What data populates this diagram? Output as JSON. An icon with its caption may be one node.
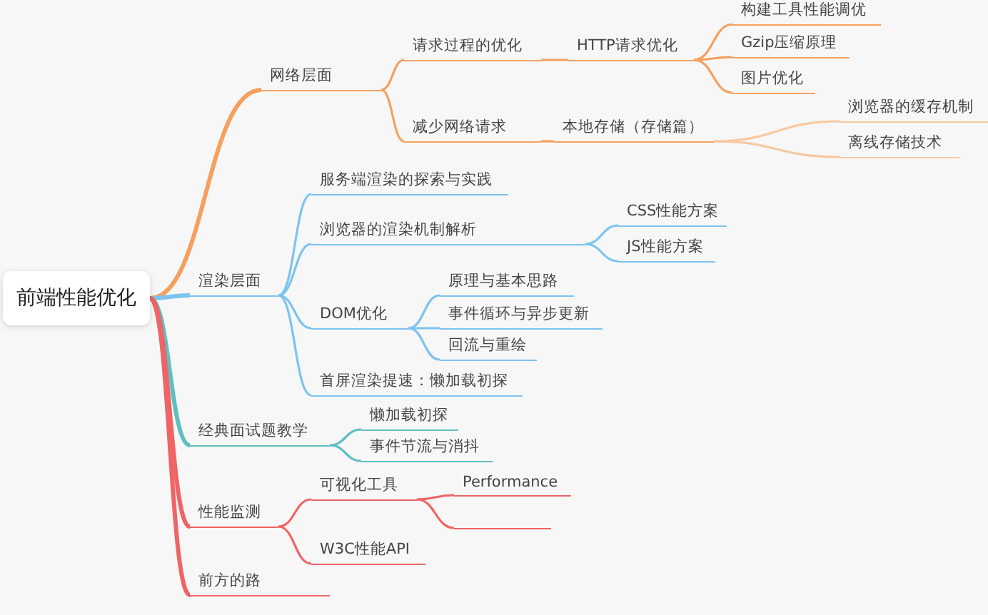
{
  "diagram": {
    "nodes": [
      {
        "text": [
          "前端性能优化"
        ]
      },
      {
        "text": [
          "网络层面"
        ]
      },
      {
        "text": [
          "请求过程的优化"
        ]
      },
      {
        "text": [
          "HTTP请求优化"
        ]
      },
      {
        "text": [
          "构建工具性能调优"
        ]
      },
      {
        "text": [
          "Gzip压缩原理"
        ]
      },
      {
        "text": [
          "图片优化"
        ]
      },
      {
        "text": [
          "减少网络请求"
        ]
      },
      {
        "text": [
          "本地存储（存储篇）"
        ]
      },
      {
        "text": [
          "浏览器的缓存机制"
        ]
      },
      {
        "text": [
          "离线存储技术"
        ]
      },
      {
        "text": [
          "渲染层面"
        ]
      },
      {
        "text": [
          "服务端渲染的探索与实践"
        ]
      },
      {
        "text": [
          "浏览器的渲染机制解析"
        ]
      },
      {
        "text": [
          "CSS性能方案"
        ]
      },
      {
        "text": [
          "JS性能方案"
        ]
      },
      {
        "text": [
          "DOM优化"
        ]
      },
      {
        "text": [
          "原理与基本思路"
        ]
      },
      {
        "text": [
          "事件循环与异步更新"
        ]
      },
      {
        "text": [
          "回流与重绘"
        ]
      },
      {
        "text": [
          "首屏渲染提速：懒加载初探"
        ]
      },
      {
        "text": [
          "经典面试题教学"
        ]
      },
      {
        "text": [
          "懒加载初探"
        ]
      },
      {
        "text": [
          "事件节流与消抖"
        ]
      },
      {
        "text": [
          "性能监测"
        ]
      },
      {
        "text": [
          "可视化工具"
        ]
      },
      {
        "text": [
          "Performance"
        ]
      },
      {
        "text": [],
        "shape": "bar"
      },
      {
        "text": [
          "W3C性能API"
        ]
      },
      {
        "text": [
          "前方的路"
        ]
      }
    ],
    "edges": [
      {
        "from": 0,
        "to": 1,
        "arrow": "none",
        "color": "#f5a05f"
      },
      {
        "from": 1,
        "to": 2,
        "arrow": "none",
        "color": "#f5a05f"
      },
      {
        "from": 2,
        "to": 3,
        "arrow": "none",
        "color": "#f5a05f"
      },
      {
        "from": 3,
        "to": 4,
        "arrow": "none",
        "color": "#f5a05f"
      },
      {
        "from": 3,
        "to": 5,
        "arrow": "none",
        "color": "#f5a05f"
      },
      {
        "from": 3,
        "to": 6,
        "arrow": "none",
        "color": "#f5a05f"
      },
      {
        "from": 1,
        "to": 7,
        "arrow": "none",
        "color": "#f5a05f"
      },
      {
        "from": 7,
        "to": 8,
        "arrow": "none",
        "color": "#f5a05f"
      },
      {
        "from": 8,
        "to": 9,
        "arrow": "none",
        "color": "#f8c8a0"
      },
      {
        "from": 8,
        "to": 10,
        "arrow": "none",
        "color": "#f8c8a0"
      },
      {
        "from": 0,
        "to": 11,
        "arrow": "none",
        "color": "#7cc3f0"
      },
      {
        "from": 11,
        "to": 12,
        "arrow": "none",
        "color": "#7cc3f0"
      },
      {
        "from": 11,
        "to": 13,
        "arrow": "none",
        "color": "#7cc3f0"
      },
      {
        "from": 13,
        "to": 14,
        "arrow": "none",
        "color": "#7cc3f0"
      },
      {
        "from": 13,
        "to": 15,
        "arrow": "none",
        "color": "#7cc3f0"
      },
      {
        "from": 11,
        "to": 16,
        "arrow": "none",
        "color": "#7cc3f0"
      },
      {
        "from": 16,
        "to": 17,
        "arrow": "none",
        "color": "#7cc3f0"
      },
      {
        "from": 16,
        "to": 18,
        "arrow": "none",
        "color": "#7cc3f0"
      },
      {
        "from": 16,
        "to": 19,
        "arrow": "none",
        "color": "#7cc3f0"
      },
      {
        "from": 11,
        "to": 20,
        "arrow": "none",
        "color": "#7cc3f0"
      },
      {
        "from": 0,
        "to": 21,
        "arrow": "none",
        "color": "#5fbfc0"
      },
      {
        "from": 21,
        "to": 22,
        "arrow": "none",
        "color": "#5fbfc0"
      },
      {
        "from": 21,
        "to": 23,
        "arrow": "none",
        "color": "#5fbfc0"
      },
      {
        "from": 0,
        "to": 24,
        "arrow": "none",
        "color": "#ef6464"
      },
      {
        "from": 24,
        "to": 25,
        "arrow": "none",
        "color": "#ef6464"
      },
      {
        "from": 25,
        "to": 26,
        "arrow": "none",
        "color": "#ef6464"
      },
      {
        "from": 25,
        "to": 27,
        "arrow": "none",
        "color": "#ef6464"
      },
      {
        "from": 24,
        "to": 28,
        "arrow": "none",
        "color": "#ef6464"
      },
      {
        "from": 0,
        "to": 29,
        "arrow": "none",
        "color": "#ef6464"
      }
    ]
  }
}
